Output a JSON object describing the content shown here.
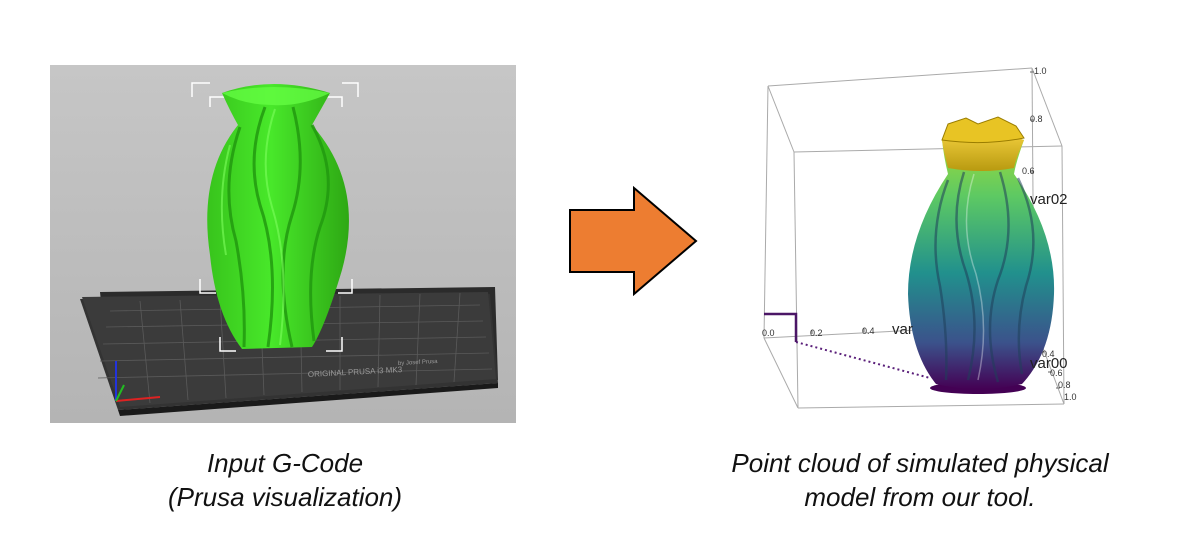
{
  "left_caption": {
    "line1": "Input G-Code",
    "line2": "(Prusa visualization)"
  },
  "right_caption": {
    "line1": "Point cloud of simulated physical",
    "line2": "model from our tool."
  },
  "bed_label": {
    "line1": "ORIGINAL PRUSA i3 MK3",
    "line2": "by Josef Prusa"
  },
  "plot": {
    "axes": {
      "z_name": "var02",
      "x_name": "var",
      "y_name": "var00"
    },
    "ticks": {
      "z": [
        "1.0",
        "0.8",
        "0.6"
      ],
      "x": [
        "0.0",
        "0.2",
        "0.4"
      ],
      "y": [
        "0.4",
        "0.6",
        "0.8",
        "1.0"
      ]
    }
  },
  "colors": {
    "vase_green": "#3ddc1f",
    "arrow_orange": "#ed7d31",
    "gradient": [
      "#440154",
      "#3b528b",
      "#21908d",
      "#5dc963",
      "#fde725"
    ]
  }
}
